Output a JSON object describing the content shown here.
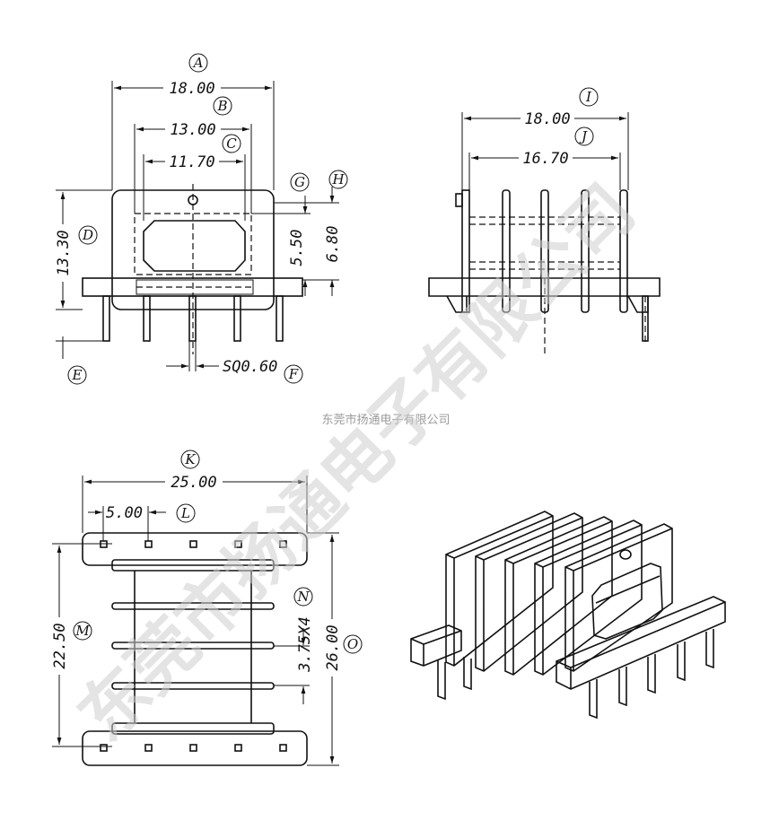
{
  "watermark": {
    "big_text": "东莞市扬通电子有限公司",
    "small_text": "东莞市扬通电子有限公司",
    "color": "#cfcfcf"
  },
  "front_view": {
    "dims": {
      "A": "18.00",
      "B": "13.00",
      "C": "11.70",
      "D": "13.30",
      "G": "5.50",
      "H": "6.80",
      "F": "SQ0.60"
    },
    "callouts": [
      "A",
      "B",
      "C",
      "D",
      "E",
      "F",
      "G",
      "H"
    ]
  },
  "side_view": {
    "dims": {
      "I": "18.00",
      "J": "16.70"
    },
    "callouts": [
      "I",
      "J"
    ]
  },
  "bottom_view": {
    "dims": {
      "K": "25.00",
      "L": "5.00",
      "M": "22.50",
      "N": "3.75X4",
      "O": "26.00"
    },
    "callouts": [
      "K",
      "L",
      "M",
      "N",
      "O"
    ]
  }
}
